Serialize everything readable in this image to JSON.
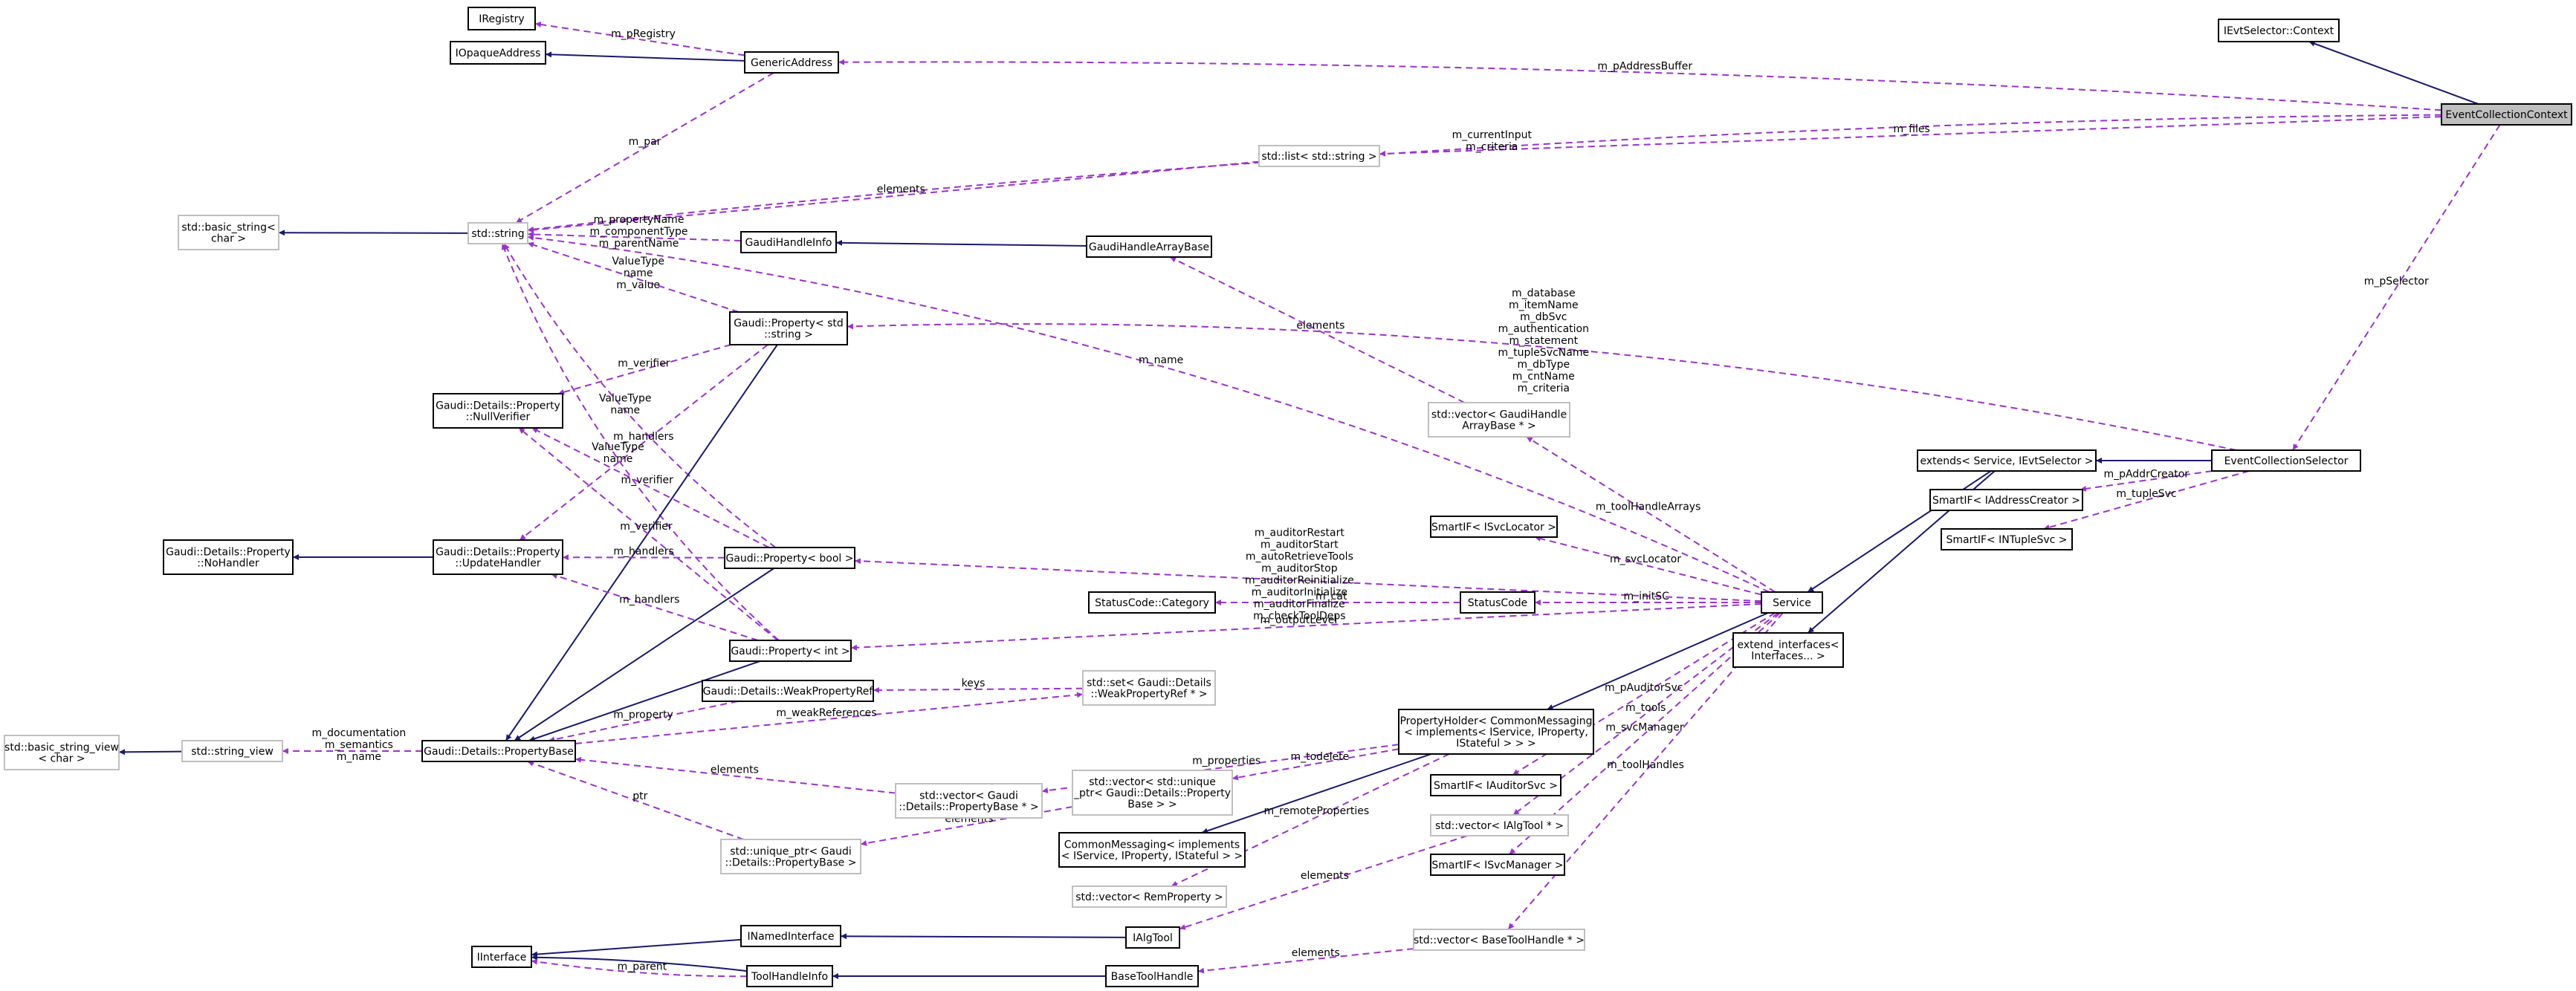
{
  "colors": {
    "inherit": "#191970",
    "usage": "#9a32cd",
    "text": "#000000",
    "focus_fill": "#bfbfbf",
    "external_border": "#bfbfbf"
  },
  "nodes": [
    {
      "id": "IRegistry",
      "lines": [
        "IRegistry"
      ]
    },
    {
      "id": "IOpaqueAddress",
      "lines": [
        "IOpaqueAddress"
      ]
    },
    {
      "id": "GenericAddress",
      "lines": [
        "GenericAddress"
      ]
    },
    {
      "id": "IEvtSelectorContext",
      "lines": [
        "IEvtSelector::Context"
      ]
    },
    {
      "id": "EventCollectionContext",
      "lines": [
        "EventCollectionContext"
      ]
    },
    {
      "id": "StdListString",
      "lines": [
        "std::list< std::string >"
      ]
    },
    {
      "id": "StdBasicString",
      "lines": [
        "std::basic_string<",
        "char >"
      ]
    },
    {
      "id": "StdString",
      "lines": [
        "std::string"
      ]
    },
    {
      "id": "GaudiHandleInfo",
      "lines": [
        "GaudiHandleInfo"
      ]
    },
    {
      "id": "GaudiHandleArrayBase",
      "lines": [
        "GaudiHandleArrayBase"
      ]
    },
    {
      "id": "PropertyStdString",
      "lines": [
        "Gaudi::Property< std",
        "::string >"
      ]
    },
    {
      "id": "NullVerifier",
      "lines": [
        "Gaudi::Details::Property",
        "::NullVerifier"
      ]
    },
    {
      "id": "StdVectorGaudiHandleArrayBase",
      "lines": [
        "std::vector< GaudiHandle",
        "ArrayBase * >"
      ]
    },
    {
      "id": "ExtendsService",
      "lines": [
        "extends< Service, IEvtSelector >"
      ]
    },
    {
      "id": "EventCollectionSelector",
      "lines": [
        "EventCollectionSelector"
      ]
    },
    {
      "id": "SmartIFIAddressCreator",
      "lines": [
        "SmartIF< IAddressCreator >"
      ]
    },
    {
      "id": "SmartIFINTupleSvc",
      "lines": [
        "SmartIF< INTupleSvc >"
      ]
    },
    {
      "id": "SmartIFISvcLocator",
      "lines": [
        "SmartIF< ISvcLocator >"
      ]
    },
    {
      "id": "NoHandler",
      "lines": [
        "Gaudi::Details::Property",
        "::NoHandler"
      ]
    },
    {
      "id": "UpdateHandler",
      "lines": [
        "Gaudi::Details::Property",
        "::UpdateHandler"
      ]
    },
    {
      "id": "PropertyBool",
      "lines": [
        "Gaudi::Property< bool >"
      ]
    },
    {
      "id": "StatusCodeCategory",
      "lines": [
        "StatusCode::Category"
      ]
    },
    {
      "id": "StatusCode",
      "lines": [
        "StatusCode"
      ]
    },
    {
      "id": "Service",
      "lines": [
        "Service"
      ]
    },
    {
      "id": "ExtendInterfaces",
      "lines": [
        "extend_interfaces<",
        "Interfaces... >"
      ]
    },
    {
      "id": "PropertyInt",
      "lines": [
        "Gaudi::Property< int >"
      ]
    },
    {
      "id": "WeakPropertyRef",
      "lines": [
        "Gaudi::Details::WeakPropertyRef"
      ]
    },
    {
      "id": "StdSetWeakPropertyRef",
      "lines": [
        "std::set< Gaudi::Details",
        "::WeakPropertyRef * >"
      ]
    },
    {
      "id": "StdBasicStringView",
      "lines": [
        "std::basic_string_view",
        "< char >"
      ]
    },
    {
      "id": "StdStringView",
      "lines": [
        "std::string_view"
      ]
    },
    {
      "id": "PropertyBase",
      "lines": [
        "Gaudi::Details::PropertyBase"
      ]
    },
    {
      "id": "PropertyHolder",
      "lines": [
        "PropertyHolder< CommonMessaging",
        "< implements< IService, IProperty,",
        "IStateful > > >"
      ]
    },
    {
      "id": "StdVectorPropertyBase",
      "lines": [
        "std::vector< Gaudi",
        "::Details::PropertyBase * >"
      ]
    },
    {
      "id": "StdVectorUniquePtr",
      "lines": [
        "std::vector< std::unique",
        "_ptr< Gaudi::Details::Property",
        "Base > >"
      ]
    },
    {
      "id": "SmartIFIAuditorSvc",
      "lines": [
        "SmartIF< IAuditorSvc >"
      ]
    },
    {
      "id": "StdVectorIAlgTool",
      "lines": [
        "std::vector< IAlgTool * >"
      ]
    },
    {
      "id": "StdUniquePtrPropertyBase",
      "lines": [
        "std::unique_ptr< Gaudi",
        "::Details::PropertyBase >"
      ]
    },
    {
      "id": "CommonMessaging",
      "lines": [
        "CommonMessaging< implements",
        "< IService, IProperty, IStateful > >"
      ]
    },
    {
      "id": "SmartIFISvcManager",
      "lines": [
        "SmartIF< ISvcManager >"
      ]
    },
    {
      "id": "StdVectorRemProperty",
      "lines": [
        "std::vector< RemProperty >"
      ]
    },
    {
      "id": "INamedInterface",
      "lines": [
        "INamedInterface"
      ]
    },
    {
      "id": "IAlgTool",
      "lines": [
        "IAlgTool"
      ]
    },
    {
      "id": "StdVectorBaseToolHandle",
      "lines": [
        "std::vector< BaseToolHandle * >"
      ]
    },
    {
      "id": "IInterface",
      "lines": [
        "IInterface"
      ]
    },
    {
      "id": "ToolHandleInfo",
      "lines": [
        "ToolHandleInfo"
      ]
    },
    {
      "id": "BaseToolHandle",
      "lines": [
        "BaseToolHandle"
      ]
    }
  ],
  "edges": [
    {
      "from": "EventCollectionContext",
      "to": "IEvtSelectorContext",
      "kind": "inherit"
    },
    {
      "from": "EventCollectionContext",
      "to": "GenericAddress",
      "kind": "usage",
      "lines": [
        "m_pAddressBuffer"
      ]
    },
    {
      "from": "EventCollectionContext",
      "to": "StdString",
      "kind": "usage",
      "lines": [
        "m_currentInput",
        "m_criteria"
      ]
    },
    {
      "from": "EventCollectionContext",
      "to": "StdListString",
      "kind": "usage",
      "lines": [
        "m_files"
      ]
    },
    {
      "from": "EventCollectionContext",
      "to": "EventCollectionSelector",
      "kind": "usage",
      "lines": [
        "m_pSelector"
      ]
    },
    {
      "from": "GenericAddress",
      "to": "IRegistry",
      "kind": "usage",
      "lines": [
        "m_pRegistry"
      ]
    },
    {
      "from": "GenericAddress",
      "to": "IOpaqueAddress",
      "kind": "inherit"
    },
    {
      "from": "GenericAddress",
      "to": "StdString",
      "kind": "usage",
      "lines": [
        "m_par"
      ]
    },
    {
      "from": "StdListString",
      "to": "StdString",
      "kind": "usage",
      "lines": [
        "elements"
      ]
    },
    {
      "from": "StdString",
      "to": "StdBasicString",
      "kind": "inherit"
    },
    {
      "from": "GaudiHandleInfo",
      "to": "StdString",
      "kind": "usage",
      "lines": [
        "m_propertyName",
        "m_componentType",
        "m_parentName"
      ]
    },
    {
      "from": "GaudiHandleArrayBase",
      "to": "GaudiHandleInfo",
      "kind": "inherit"
    },
    {
      "from": "Service",
      "to": "StdString",
      "kind": "usage",
      "lines": [
        "m_name"
      ]
    },
    {
      "from": "PropertyStdString",
      "to": "StdString",
      "kind": "usage",
      "lines": [
        "ValueType",
        "name",
        "m_value"
      ]
    },
    {
      "from": "PropertyBool",
      "to": "StdString",
      "kind": "usage",
      "lines": [
        "ValueType",
        "name"
      ]
    },
    {
      "from": "PropertyInt",
      "to": "StdString",
      "kind": "usage",
      "lines": [
        "ValueType",
        "name"
      ]
    },
    {
      "from": "PropertyStdString",
      "to": "NullVerifier",
      "kind": "usage",
      "lines": [
        "m_verifier"
      ]
    },
    {
      "from": "PropertyStdString",
      "to": "UpdateHandler",
      "kind": "usage",
      "lines": [
        "m_handlers"
      ]
    },
    {
      "from": "PropertyStdString",
      "to": "PropertyBase",
      "kind": "inherit"
    },
    {
      "from": "EventCollectionSelector",
      "to": "PropertyStdString",
      "kind": "usage",
      "lines": [
        "m_database",
        "m_itemName",
        "m_dbSvc",
        "m_authentication",
        "m_statement",
        "m_tupleSvcName",
        "m_dbType",
        "m_cntName",
        "m_criteria"
      ]
    },
    {
      "from": "StdVectorGaudiHandleArrayBase",
      "to": "GaudiHandleArrayBase",
      "kind": "usage",
      "lines": [
        "elements"
      ]
    },
    {
      "from": "Service",
      "to": "StdVectorGaudiHandleArrayBase",
      "kind": "usage",
      "lines": [
        "m_toolHandleArrays"
      ]
    },
    {
      "from": "EventCollectionSelector",
      "to": "ExtendsService",
      "kind": "inherit"
    },
    {
      "from": "EventCollectionSelector",
      "to": "SmartIFIAddressCreator",
      "kind": "usage",
      "lines": [
        "m_pAddrCreator"
      ]
    },
    {
      "from": "EventCollectionSelector",
      "to": "SmartIFINTupleSvc",
      "kind": "usage",
      "lines": [
        "m_tupleSvc"
      ]
    },
    {
      "from": "ExtendsService",
      "to": "Service",
      "kind": "inherit"
    },
    {
      "from": "ExtendsService",
      "to": "ExtendInterfaces",
      "kind": "inherit"
    },
    {
      "from": "Service",
      "to": "SmartIFISvcLocator",
      "kind": "usage",
      "lines": [
        "m_svcLocator"
      ]
    },
    {
      "from": "UpdateHandler",
      "to": "NoHandler",
      "kind": "inherit"
    },
    {
      "from": "Service",
      "to": "PropertyBool",
      "kind": "usage",
      "lines": [
        "m_auditorRestart",
        "m_auditorStart",
        "m_autoRetrieveTools",
        "m_auditorStop",
        "m_auditorReinitialize",
        "m_auditorInitialize",
        "m_auditorFinalize",
        "m_checkToolDeps"
      ]
    },
    {
      "from": "PropertyBool",
      "to": "NullVerifier",
      "kind": "usage",
      "lines": [
        "m_verifier"
      ]
    },
    {
      "from": "PropertyBool",
      "to": "UpdateHandler",
      "kind": "usage",
      "lines": [
        "m_handlers"
      ]
    },
    {
      "from": "PropertyBool",
      "to": "PropertyBase",
      "kind": "inherit"
    },
    {
      "from": "StatusCode",
      "to": "StatusCodeCategory",
      "kind": "usage",
      "lines": [
        "m_cat"
      ]
    },
    {
      "from": "Service",
      "to": "StatusCode",
      "kind": "usage",
      "lines": [
        "m_initSC"
      ]
    },
    {
      "from": "Service",
      "to": "PropertyInt",
      "kind": "usage",
      "lines": [
        "m_outputLevel"
      ]
    },
    {
      "from": "Service",
      "to": "PropertyHolder",
      "kind": "inherit"
    },
    {
      "from": "PropertyInt",
      "to": "NullVerifier",
      "kind": "usage",
      "lines": [
        "m_verifier"
      ]
    },
    {
      "from": "PropertyInt",
      "to": "UpdateHandler",
      "kind": "usage",
      "lines": [
        "m_handlers"
      ]
    },
    {
      "from": "PropertyInt",
      "to": "PropertyBase",
      "kind": "inherit"
    },
    {
      "from": "StdSetWeakPropertyRef",
      "to": "WeakPropertyRef",
      "kind": "usage",
      "lines": [
        "keys"
      ]
    },
    {
      "from": "WeakPropertyRef",
      "to": "PropertyBase",
      "kind": "usage",
      "lines": [
        "m_property"
      ]
    },
    {
      "from": "PropertyBase",
      "to": "StdSetWeakPropertyRef",
      "kind": "usage",
      "lines": [
        "m_weakReferences"
      ]
    },
    {
      "from": "PropertyBase",
      "to": "StdStringView",
      "kind": "usage",
      "lines": [
        "m_documentation",
        "m_semantics",
        "m_name"
      ]
    },
    {
      "from": "StdStringView",
      "to": "StdBasicStringView",
      "kind": "inherit"
    },
    {
      "from": "PropertyHolder",
      "to": "StdVectorPropertyBase",
      "kind": "usage",
      "lines": [
        "m_properties"
      ]
    },
    {
      "from": "PropertyHolder",
      "to": "StdVectorUniquePtr",
      "kind": "usage",
      "lines": [
        "m_todelete"
      ]
    },
    {
      "from": "PropertyHolder",
      "to": "StdVectorRemProperty",
      "kind": "usage",
      "lines": [
        "m_remoteProperties"
      ]
    },
    {
      "from": "PropertyHolder",
      "to": "CommonMessaging",
      "kind": "inherit"
    },
    {
      "from": "StdVectorPropertyBase",
      "to": "PropertyBase",
      "kind": "usage",
      "lines": [
        "elements"
      ]
    },
    {
      "from": "StdVectorUniquePtr",
      "to": "StdUniquePtrPropertyBase",
      "kind": "usage",
      "lines": [
        "elements"
      ]
    },
    {
      "from": "StdUniquePtrPropertyBase",
      "to": "PropertyBase",
      "kind": "usage",
      "lines": [
        "ptr"
      ]
    },
    {
      "from": "Service",
      "to": "SmartIFIAuditorSvc",
      "kind": "usage",
      "lines": [
        "m_pAuditorSvc"
      ]
    },
    {
      "from": "Service",
      "to": "StdVectorIAlgTool",
      "kind": "usage",
      "lines": [
        "m_tools"
      ]
    },
    {
      "from": "Service",
      "to": "SmartIFISvcManager",
      "kind": "usage",
      "lines": [
        "m_svcManager"
      ]
    },
    {
      "from": "Service",
      "to": "StdVectorBaseToolHandle",
      "kind": "usage",
      "lines": [
        "m_toolHandles"
      ]
    },
    {
      "from": "StdVectorIAlgTool",
      "to": "IAlgTool",
      "kind": "usage",
      "lines": [
        "elements"
      ]
    },
    {
      "from": "StdVectorBaseToolHandle",
      "to": "BaseToolHandle",
      "kind": "usage",
      "lines": [
        "elements"
      ]
    },
    {
      "from": "IAlgTool",
      "to": "INamedInterface",
      "kind": "inherit"
    },
    {
      "from": "INamedInterface",
      "to": "IInterface",
      "kind": "inherit"
    },
    {
      "from": "BaseToolHandle",
      "to": "ToolHandleInfo",
      "kind": "inherit"
    },
    {
      "from": "ToolHandleInfo",
      "to": "IInterface",
      "kind": "inherit"
    },
    {
      "from": "ToolHandleInfo",
      "to": "IInterface",
      "kind": "usage",
      "lines": [
        "m_parent"
      ]
    }
  ]
}
